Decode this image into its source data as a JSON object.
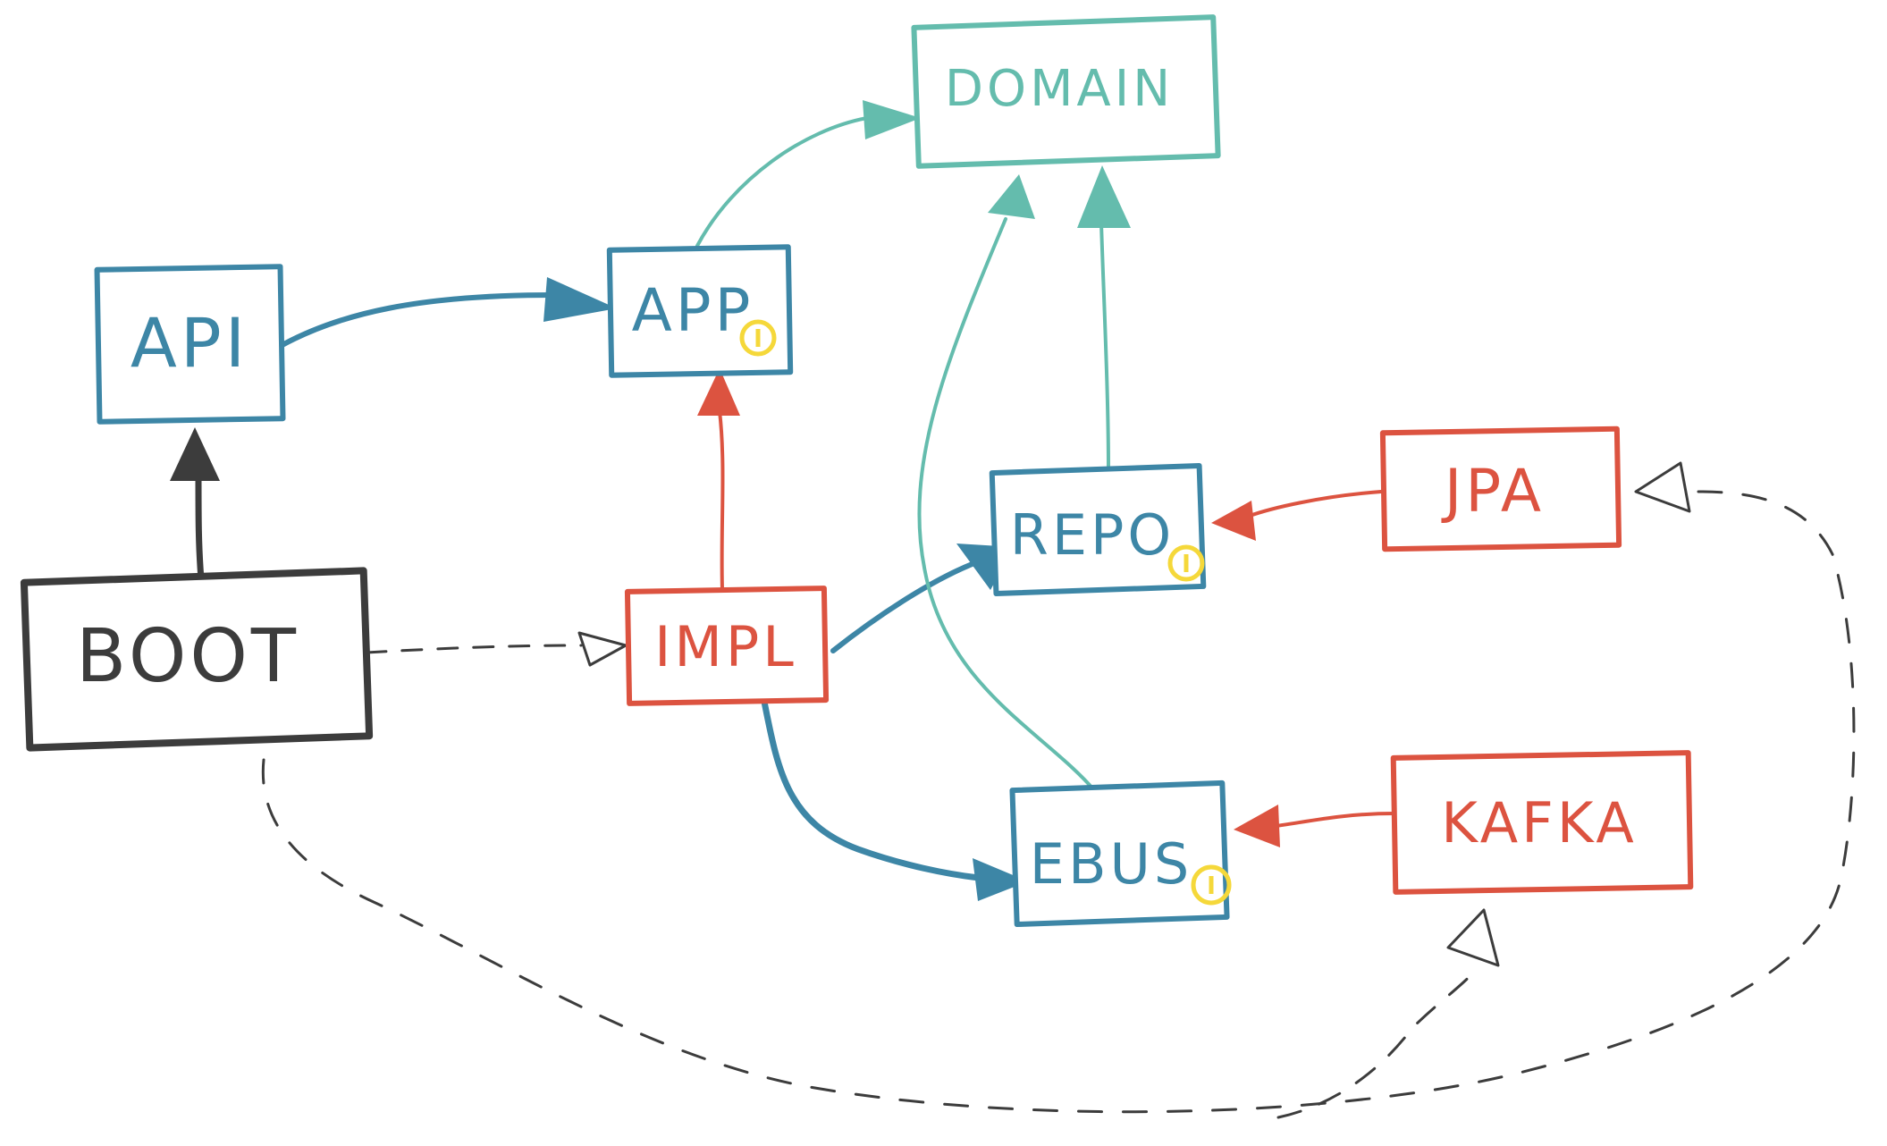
{
  "colors": {
    "blue": "#3d86a6",
    "red": "#dc5340",
    "teal": "#64bcad",
    "dark": "#3c3c3c",
    "dashed": "#3c3c3c",
    "badge": "#f5d83a"
  },
  "nodes": {
    "domain": {
      "label": "DOMAIN"
    },
    "api": {
      "label": "API"
    },
    "app": {
      "label": "APP"
    },
    "repo": {
      "label": "REPO"
    },
    "jpa": {
      "label": "JPA"
    },
    "boot": {
      "label": "BOOT"
    },
    "impl": {
      "label": "IMPL"
    },
    "ebus": {
      "label": "EBUS"
    },
    "kafka": {
      "label": "KAFKA"
    }
  },
  "badges": [
    {
      "node": "app",
      "icon": "info-badge-icon"
    },
    {
      "node": "repo",
      "icon": "info-badge-icon"
    },
    {
      "node": "ebus",
      "icon": "info-badge-icon"
    }
  ],
  "edges": [
    {
      "from": "api",
      "to": "app",
      "style": "solid",
      "color": "blue"
    },
    {
      "from": "app",
      "to": "domain",
      "style": "solid",
      "color": "teal"
    },
    {
      "from": "impl",
      "to": "app",
      "style": "solid",
      "color": "red"
    },
    {
      "from": "boot",
      "to": "api",
      "style": "solid",
      "color": "dark"
    },
    {
      "from": "boot",
      "to": "impl",
      "style": "dashed",
      "color": "dashed"
    },
    {
      "from": "impl",
      "to": "repo",
      "style": "solid",
      "color": "blue"
    },
    {
      "from": "impl",
      "to": "ebus",
      "style": "solid",
      "color": "blue"
    },
    {
      "from": "repo",
      "to": "domain",
      "style": "solid",
      "color": "teal"
    },
    {
      "from": "ebus",
      "to": "domain",
      "style": "solid",
      "color": "teal"
    },
    {
      "from": "jpa",
      "to": "repo",
      "style": "solid",
      "color": "red"
    },
    {
      "from": "kafka",
      "to": "ebus",
      "style": "solid",
      "color": "red"
    },
    {
      "from": "boot",
      "to": "jpa",
      "style": "dashed",
      "color": "dashed"
    },
    {
      "from": "boot",
      "to": "kafka",
      "style": "dashed",
      "color": "dashed"
    }
  ]
}
